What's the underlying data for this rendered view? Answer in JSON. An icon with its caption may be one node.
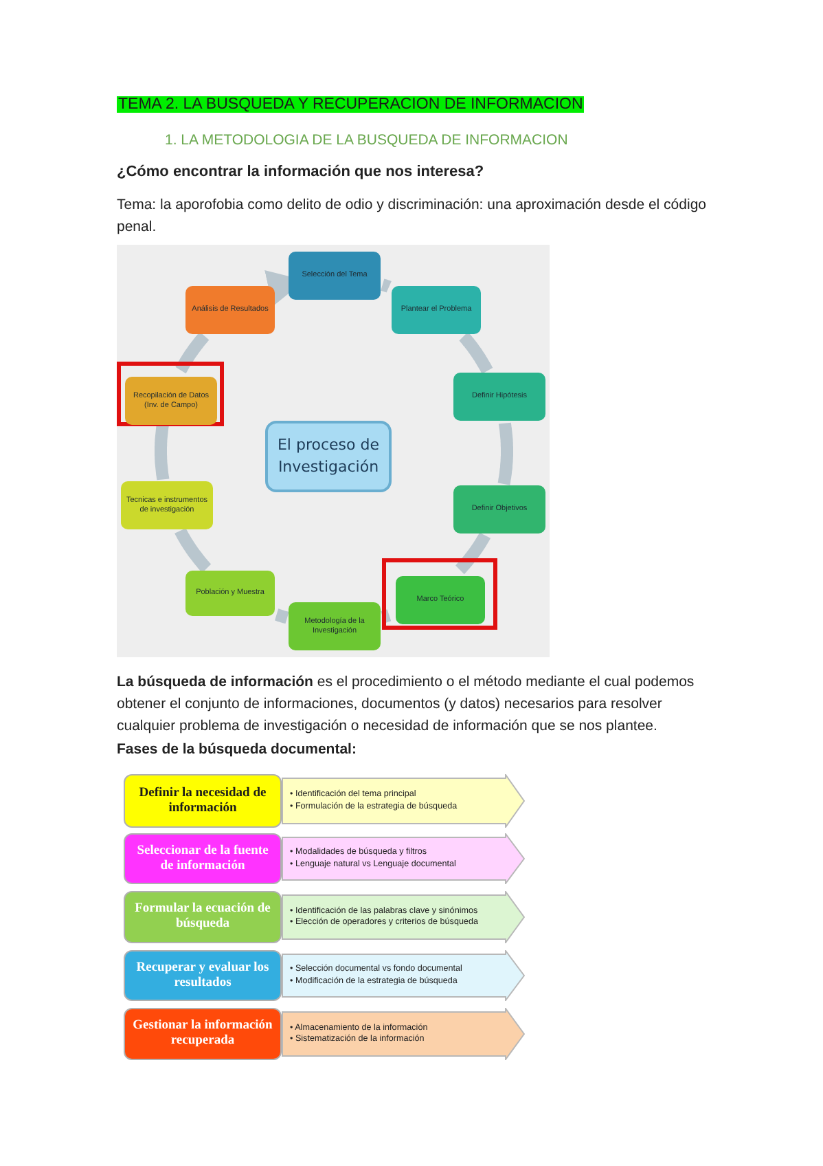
{
  "diagram": {
    "title": "TEMA 2. LA BUSQUEDA Y RECUPERACION DE INFORMACION",
    "nodes": [
      {
        "text": [
          "Selección del Tema"
        ]
      },
      {
        "text": [
          "Plantear el Problema"
        ]
      },
      {
        "text": [
          "Definir Hipótesis"
        ]
      },
      {
        "text": [
          "Definir Objetivos"
        ]
      },
      {
        "text": [],
        "shape": "box"
      },
      {
        "text": [
          "Marco Teórico"
        ],
        "in": 4
      },
      {
        "text": [
          "Metodología de la Investigación"
        ]
      },
      {
        "text": [
          "Población y Muestra"
        ]
      },
      {
        "text": [
          "Tecnicas e instrumentos de investigación"
        ]
      },
      {
        "text": [],
        "shape": "box"
      },
      {
        "text": [
          "Recopilación de Datos (Inv. de Campo)"
        ],
        "in": 9
      },
      {
        "text": [
          "Análisis de Resultados"
        ]
      },
      {
        "text": [
          "El proceso de Investigación"
        ]
      },
      {
        "text": [
          "Definir la necesidad de información"
        ]
      },
      {
        "text": [
          "• Identificación del tema principal",
          "• Formulación de la estrategia de búsqueda"
        ]
      },
      {
        "text": [
          "Seleccionar de la fuente de información"
        ]
      },
      {
        "text": [
          "• Modalidades de búsqueda y filtros",
          "• Lenguaje natural vs Lenguaje documental"
        ]
      },
      {
        "text": [
          "Formular la ecuación de búsqueda"
        ]
      },
      {
        "text": [
          "• Identificación de las palabras clave y sinónimos",
          "• Elección de operadores y criterios de búsqueda"
        ]
      },
      {
        "text": [
          "Recuperar y evaluar los resultados"
        ]
      },
      {
        "text": [
          "• Selección documental vs fondo documental",
          "• Modificación de la estrategia de búsqueda"
        ]
      },
      {
        "text": [
          "Gestionar la información recuperada"
        ]
      },
      {
        "text": [
          "• Almacenamiento de la información",
          "• Sistematización de la información"
        ]
      }
    ],
    "edges": [
      {
        "from": 0,
        "to": 1,
        "arrow": "none"
      },
      {
        "from": 1,
        "to": 2,
        "arrow": "none"
      },
      {
        "from": 2,
        "to": 3,
        "arrow": "none"
      },
      {
        "from": 3,
        "to": 5,
        "arrow": "none"
      },
      {
        "from": 5,
        "to": 6,
        "arrow": "none"
      },
      {
        "from": 6,
        "to": 7,
        "arrow": "none"
      },
      {
        "from": 7,
        "to": 8,
        "arrow": "none"
      },
      {
        "from": 8,
        "to": 10,
        "arrow": "none"
      },
      {
        "from": 10,
        "to": 11,
        "arrow": "none"
      },
      {
        "from": 11,
        "to": 0,
        "arrow": "to"
      }
    ],
    "labels": [
      "1. LA METODOLOGIA DE LA BUSQUEDA DE INFORMACION",
      "¿Cómo encontrar la información que nos interesa?",
      "Tema: la aporofobia como delito de odio y discriminación: una aproximación desde el código penal.",
      "**La búsqueda de información** es el procedimiento o el método mediante el cual podemos obtener el conjunto de informaciones, documentos (y datos) necesarios para resolver cualquier problema de investigación o necesidad de información que se nos plantee.",
      "Fases de la búsqueda documental:"
    ]
  }
}
